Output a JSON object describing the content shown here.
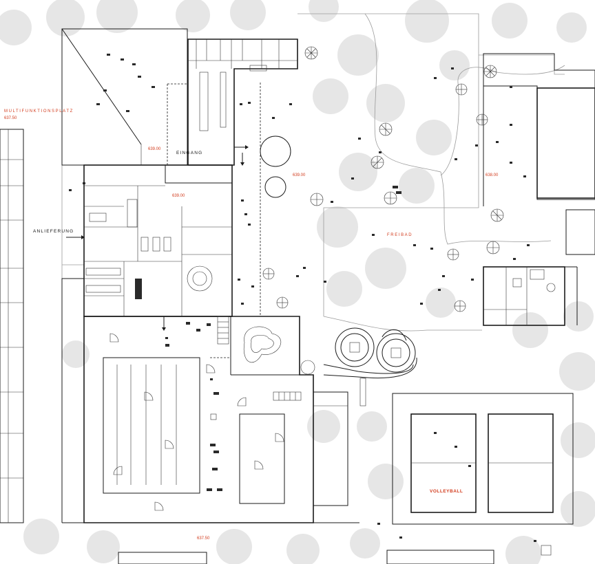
{
  "labels": {
    "multifunktionsplatz": "MULTIFUNKTIONSPLATZ",
    "multifunktionsplatz_level": "637.50",
    "eingang": "EINGANG",
    "anlieferung": "ANLIEFERUNG",
    "freibad": "FREIBAD",
    "volleyball": "VOLLEYBALL",
    "level_entrance_a": "639.00",
    "level_entrance_b": "639.00",
    "level_lawn": "639.00",
    "level_pool_east": "638.00",
    "level_south": "637.50"
  },
  "colors": {
    "wall": "#1a1a1a",
    "label_red": "#d23c1e",
    "tree_gray": "#b8b8b8",
    "site_line": "#9a9a9a"
  },
  "icons": {
    "arrow_delivery": "arrow-right-icon",
    "arrow_entrance": "arrow-down-icon",
    "umbrella": "parasol-icon",
    "tree": "tree-canopy-icon"
  }
}
